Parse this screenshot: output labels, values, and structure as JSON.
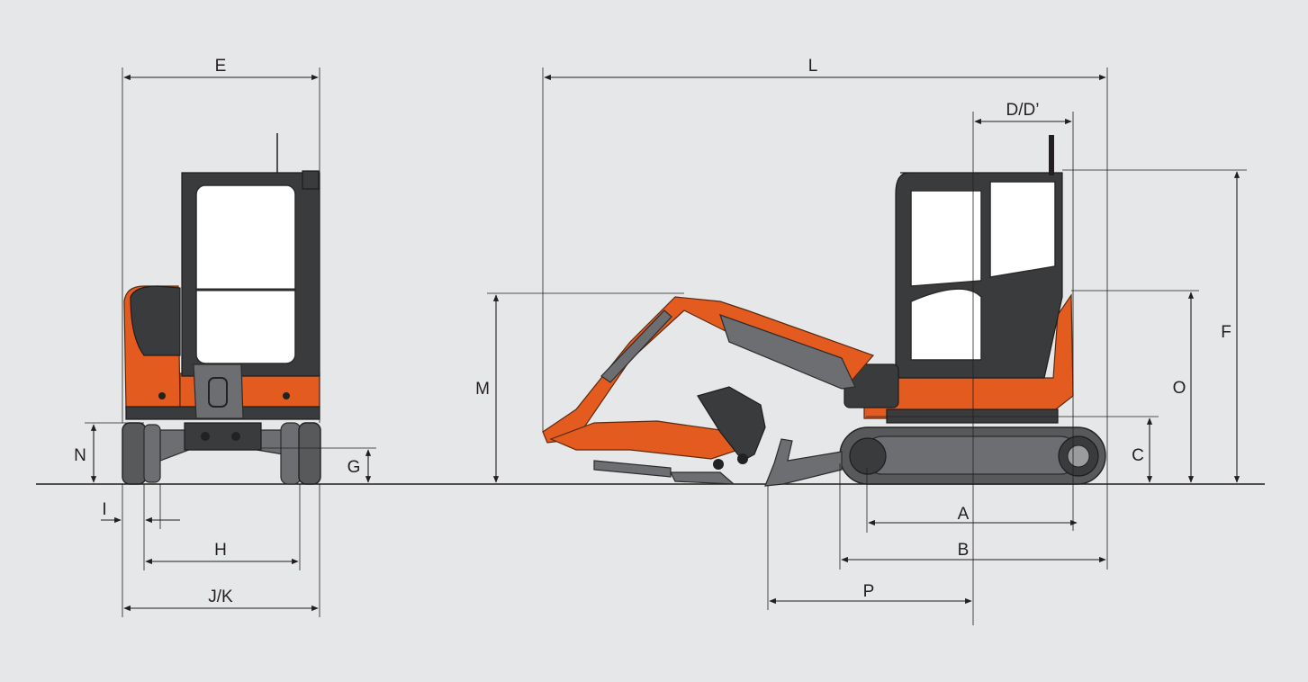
{
  "labels": {
    "E": "E",
    "L": "L",
    "DD": "D/D’",
    "F": "F",
    "M": "M",
    "O": "O",
    "C": "C",
    "N": "N",
    "G": "G",
    "I": "I",
    "H": "H",
    "JK": "J/K",
    "A": "A",
    "B": "B",
    "P": "P"
  },
  "colors": {
    "background": "#e6e7e8",
    "machine_orange": "#e35b1f",
    "machine_grey": "#6d6e71",
    "line": "#231f20"
  }
}
